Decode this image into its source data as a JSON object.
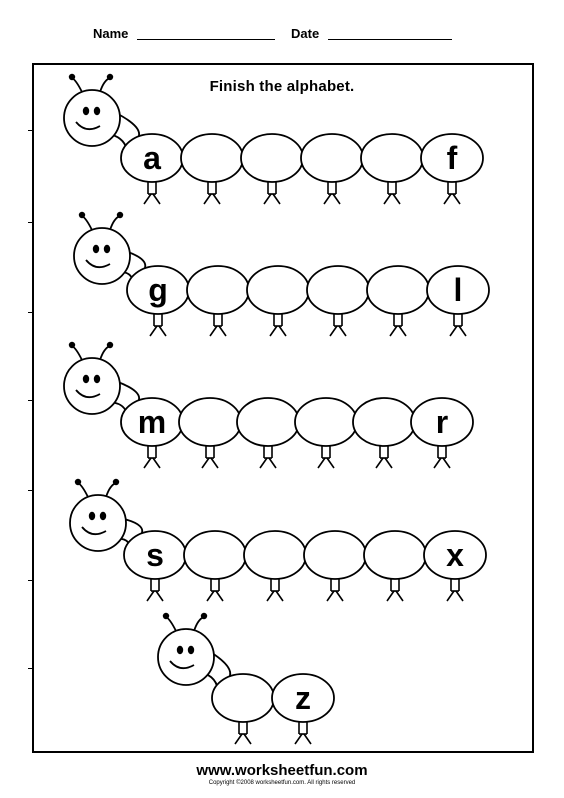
{
  "header": {
    "name_label": "Name",
    "date_label": "Date"
  },
  "title": "Finish the alphabet.",
  "caterpillars": [
    {
      "letters": [
        "a",
        "",
        "",
        "",
        "",
        "f"
      ]
    },
    {
      "letters": [
        "g",
        "",
        "",
        "",
        "",
        "l"
      ]
    },
    {
      "letters": [
        "m",
        "",
        "",
        "",
        "",
        "r"
      ]
    },
    {
      "letters": [
        "s",
        "",
        "",
        "",
        "",
        "x"
      ]
    },
    {
      "letters": [
        "",
        "z"
      ]
    }
  ],
  "footer": {
    "url": "www.worksheetfun.com",
    "copyright": "Copyright ©2008 worksheetfun.com. All rights reserved"
  }
}
